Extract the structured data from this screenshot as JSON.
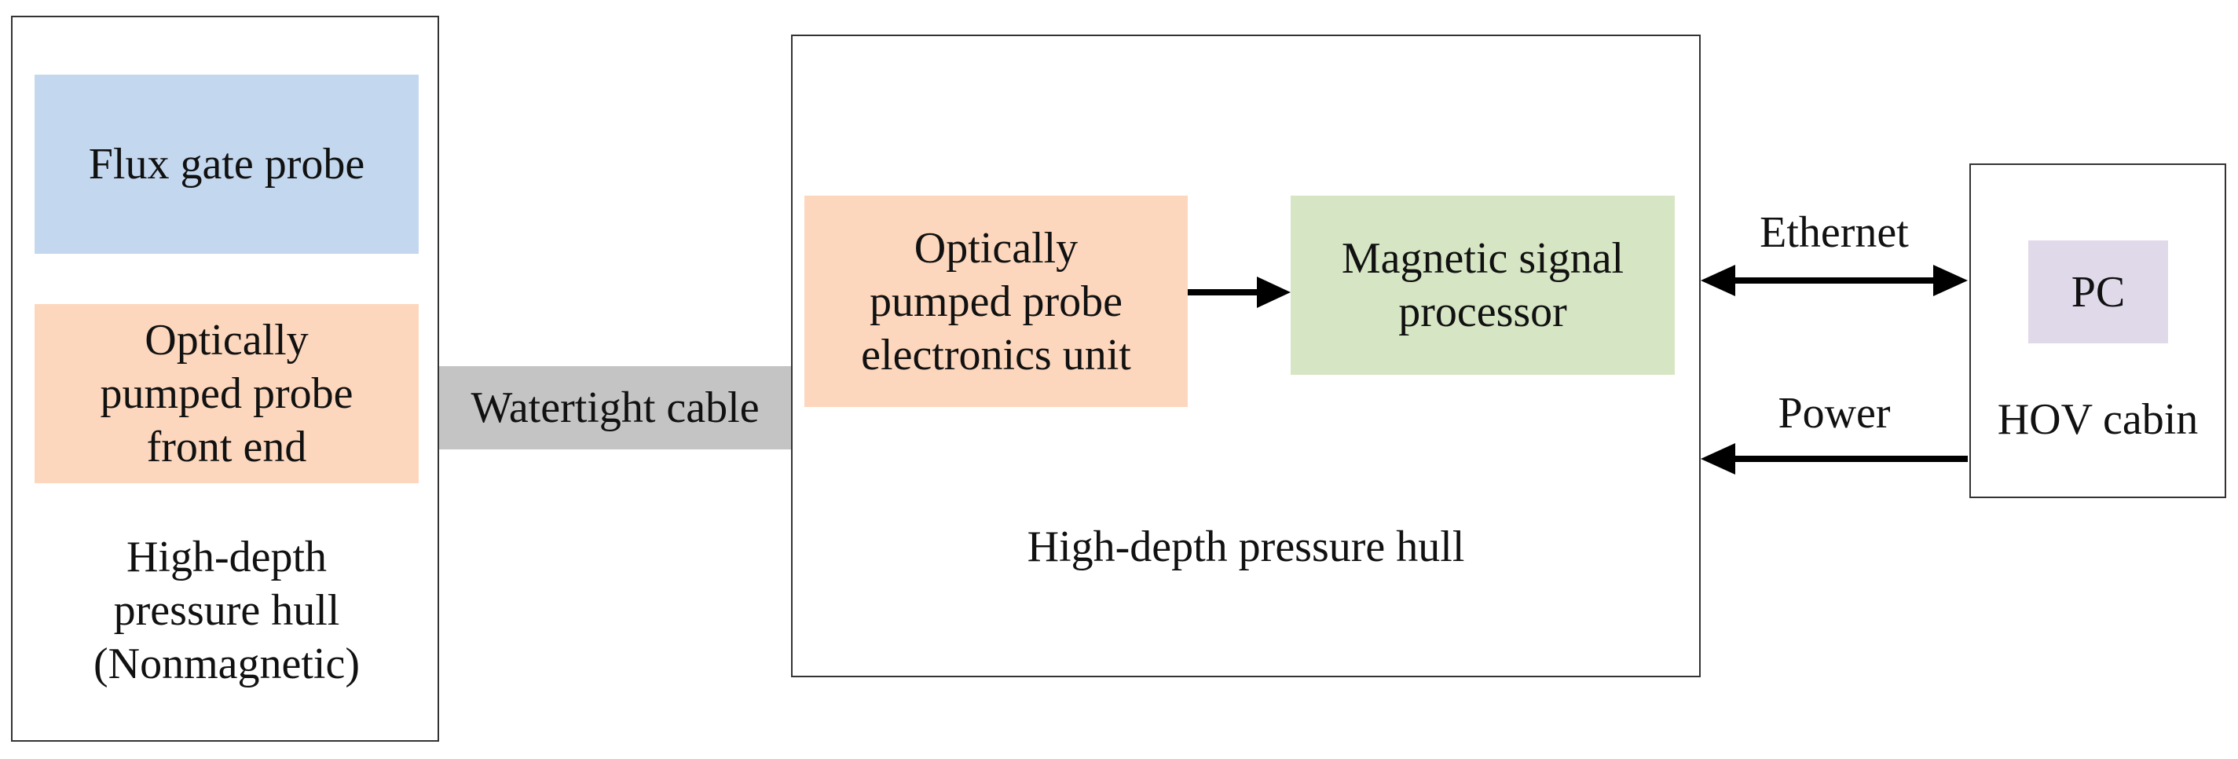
{
  "left_hull": {
    "flux_gate_probe": "Flux gate probe",
    "op_probe_front_end": "Optically\npumped probe\nfront end",
    "label": "High-depth\npressure hull\n(Nonmagnetic)"
  },
  "cable": {
    "label": "Watertight cable"
  },
  "main_hull": {
    "electronics_unit": "Optically\npumped probe\nelectronics unit",
    "signal_processor": "Magnetic signal\nprocessor",
    "label": "High-depth pressure hull"
  },
  "links": {
    "ethernet": "Ethernet",
    "power": "Power"
  },
  "hov_cabin": {
    "pc": "PC",
    "label": "HOV cabin"
  },
  "colors": {
    "flux_gate": "#c3d8ee",
    "optically_pumped": "#fcd7bd",
    "signal_processor": "#d6e5c3",
    "pc": "#e0d9ea",
    "cable": "#c4c4c4",
    "arrow": "#000000"
  }
}
